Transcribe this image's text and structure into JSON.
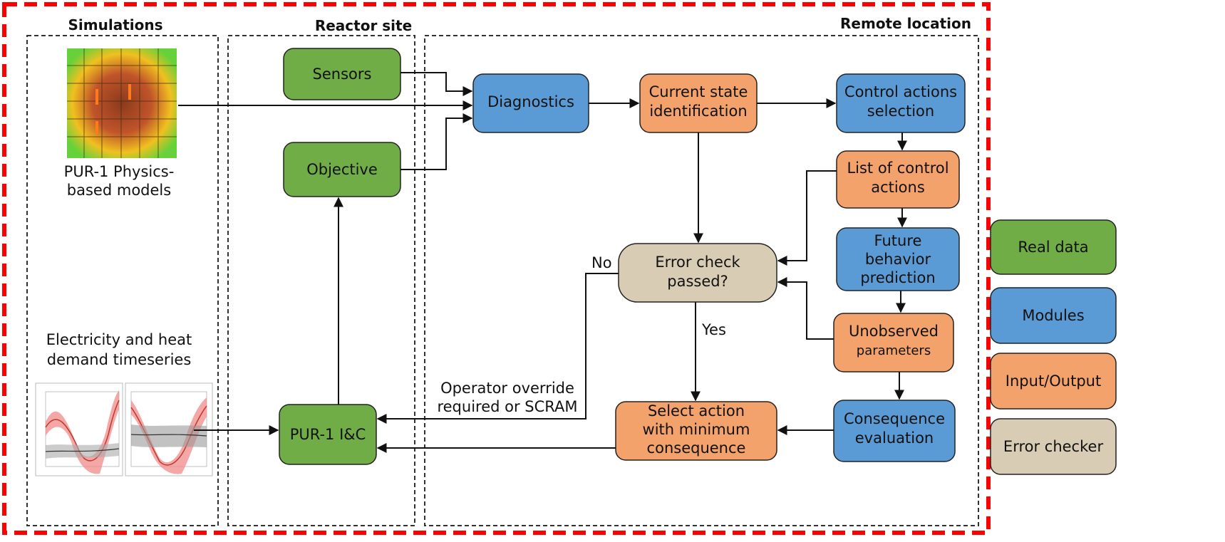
{
  "colors": {
    "real_data": "#70ad47",
    "modules": "#5b9bd5",
    "input_output": "#f4a26b",
    "error_checker": "#d9ccb4",
    "outer_border": "#ff0000"
  },
  "sections": {
    "simulations": "Simulations",
    "reactor_site": "Reactor site",
    "remote_location": "Remote location"
  },
  "simulations": {
    "physics_models_label": [
      "PUR-1 Physics-",
      "based models"
    ],
    "timeseries_label": [
      "Electricity and heat",
      "demand timeseries"
    ]
  },
  "nodes": {
    "sensors": [
      "Sensors"
    ],
    "objective": [
      "Objective"
    ],
    "pur1_ic": [
      "PUR-1 I&C"
    ],
    "diagnostics": [
      "Diagnostics"
    ],
    "current_state": [
      "Current state",
      "identification"
    ],
    "control_actions_selection": [
      "Control actions",
      "selection"
    ],
    "list_of_control_actions": [
      "List of control",
      "actions"
    ],
    "future_behavior": [
      "Future",
      "behavior",
      "prediction"
    ],
    "unobserved_parameters": [
      "Unobserved",
      "parameters"
    ],
    "consequence_evaluation": [
      "Consequence",
      "evaluation"
    ],
    "select_action": [
      "Select action",
      "with minimum",
      "consequence"
    ],
    "error_check": [
      "Error check",
      "passed?"
    ]
  },
  "edge_labels": {
    "no": "No",
    "yes": "Yes",
    "override": [
      "Operator override",
      "required or SCRAM"
    ]
  },
  "legend": [
    {
      "label": "Real data",
      "kind": "real_data"
    },
    {
      "label": "Modules",
      "kind": "modules"
    },
    {
      "label": "Input/Output",
      "kind": "input_output"
    },
    {
      "label": "Error checker",
      "kind": "error_checker"
    }
  ]
}
